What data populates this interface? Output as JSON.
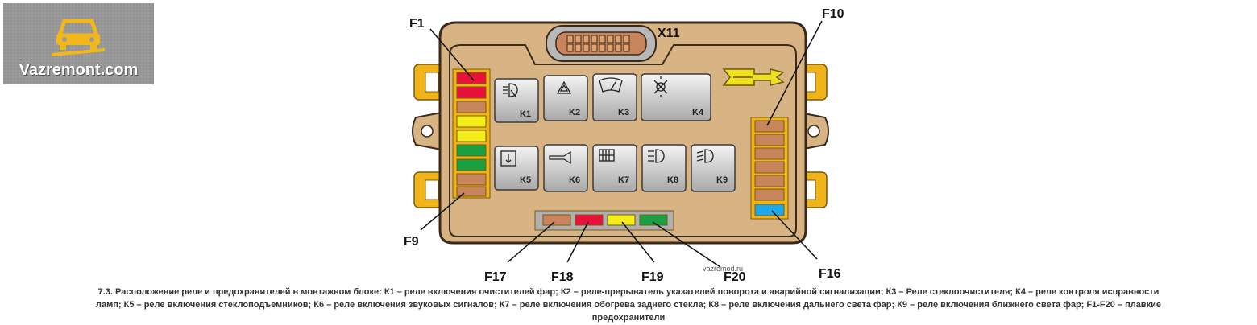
{
  "logo": {
    "name": "Vazremont.com",
    "icon": "car-wrench-icon"
  },
  "diagram": {
    "connector_label": "X11",
    "watermark": "vazremod.ru",
    "relays": [
      {
        "label": "K1",
        "icon": "headlamp-washer-icon"
      },
      {
        "label": "K2",
        "icon": "hazard-triangle-icon"
      },
      {
        "label": "K3",
        "icon": "windshield-wiper-icon"
      },
      {
        "label": "K4",
        "icon": "bulb-check-icon"
      },
      {
        "label": "K5",
        "icon": "power-window-icon"
      },
      {
        "label": "K6",
        "icon": "horn-icon"
      },
      {
        "label": "K7",
        "icon": "rear-defrost-icon"
      },
      {
        "label": "K8",
        "icon": "high-beam-icon"
      },
      {
        "label": "K9",
        "icon": "low-beam-icon"
      }
    ],
    "fuse_labels": [
      "F1",
      "F9",
      "F10",
      "F16",
      "F17",
      "F18",
      "F19",
      "F20"
    ],
    "colors": {
      "housing": "#d8b484",
      "red": "#e8113a",
      "brown": "#c8845a",
      "yellow": "#f4ee1a",
      "green": "#1aa040",
      "blue": "#1ea8e8",
      "clip": "#f0b418"
    }
  },
  "caption": {
    "line1": "7.3. Расположение реле и предохранителей в монтажном блоке: К1 – реле включения очистителей фар; К2 – реле-прерыватель указателей поворота и аварийной сигнализации; К3 – Реле стеклоочистителя; К4 – реле контроля исправности",
    "line2": "ламп; К5 – реле включения стеклоподъемников; К6 – реле включения звуковых сигналов; К7 – реле включения обогрева заднего стекла; К8 – реле включения дальнего света фар; К9 – реле включения ближнего света фар; F1-F20 – плавкие",
    "line3": "предохранители"
  }
}
